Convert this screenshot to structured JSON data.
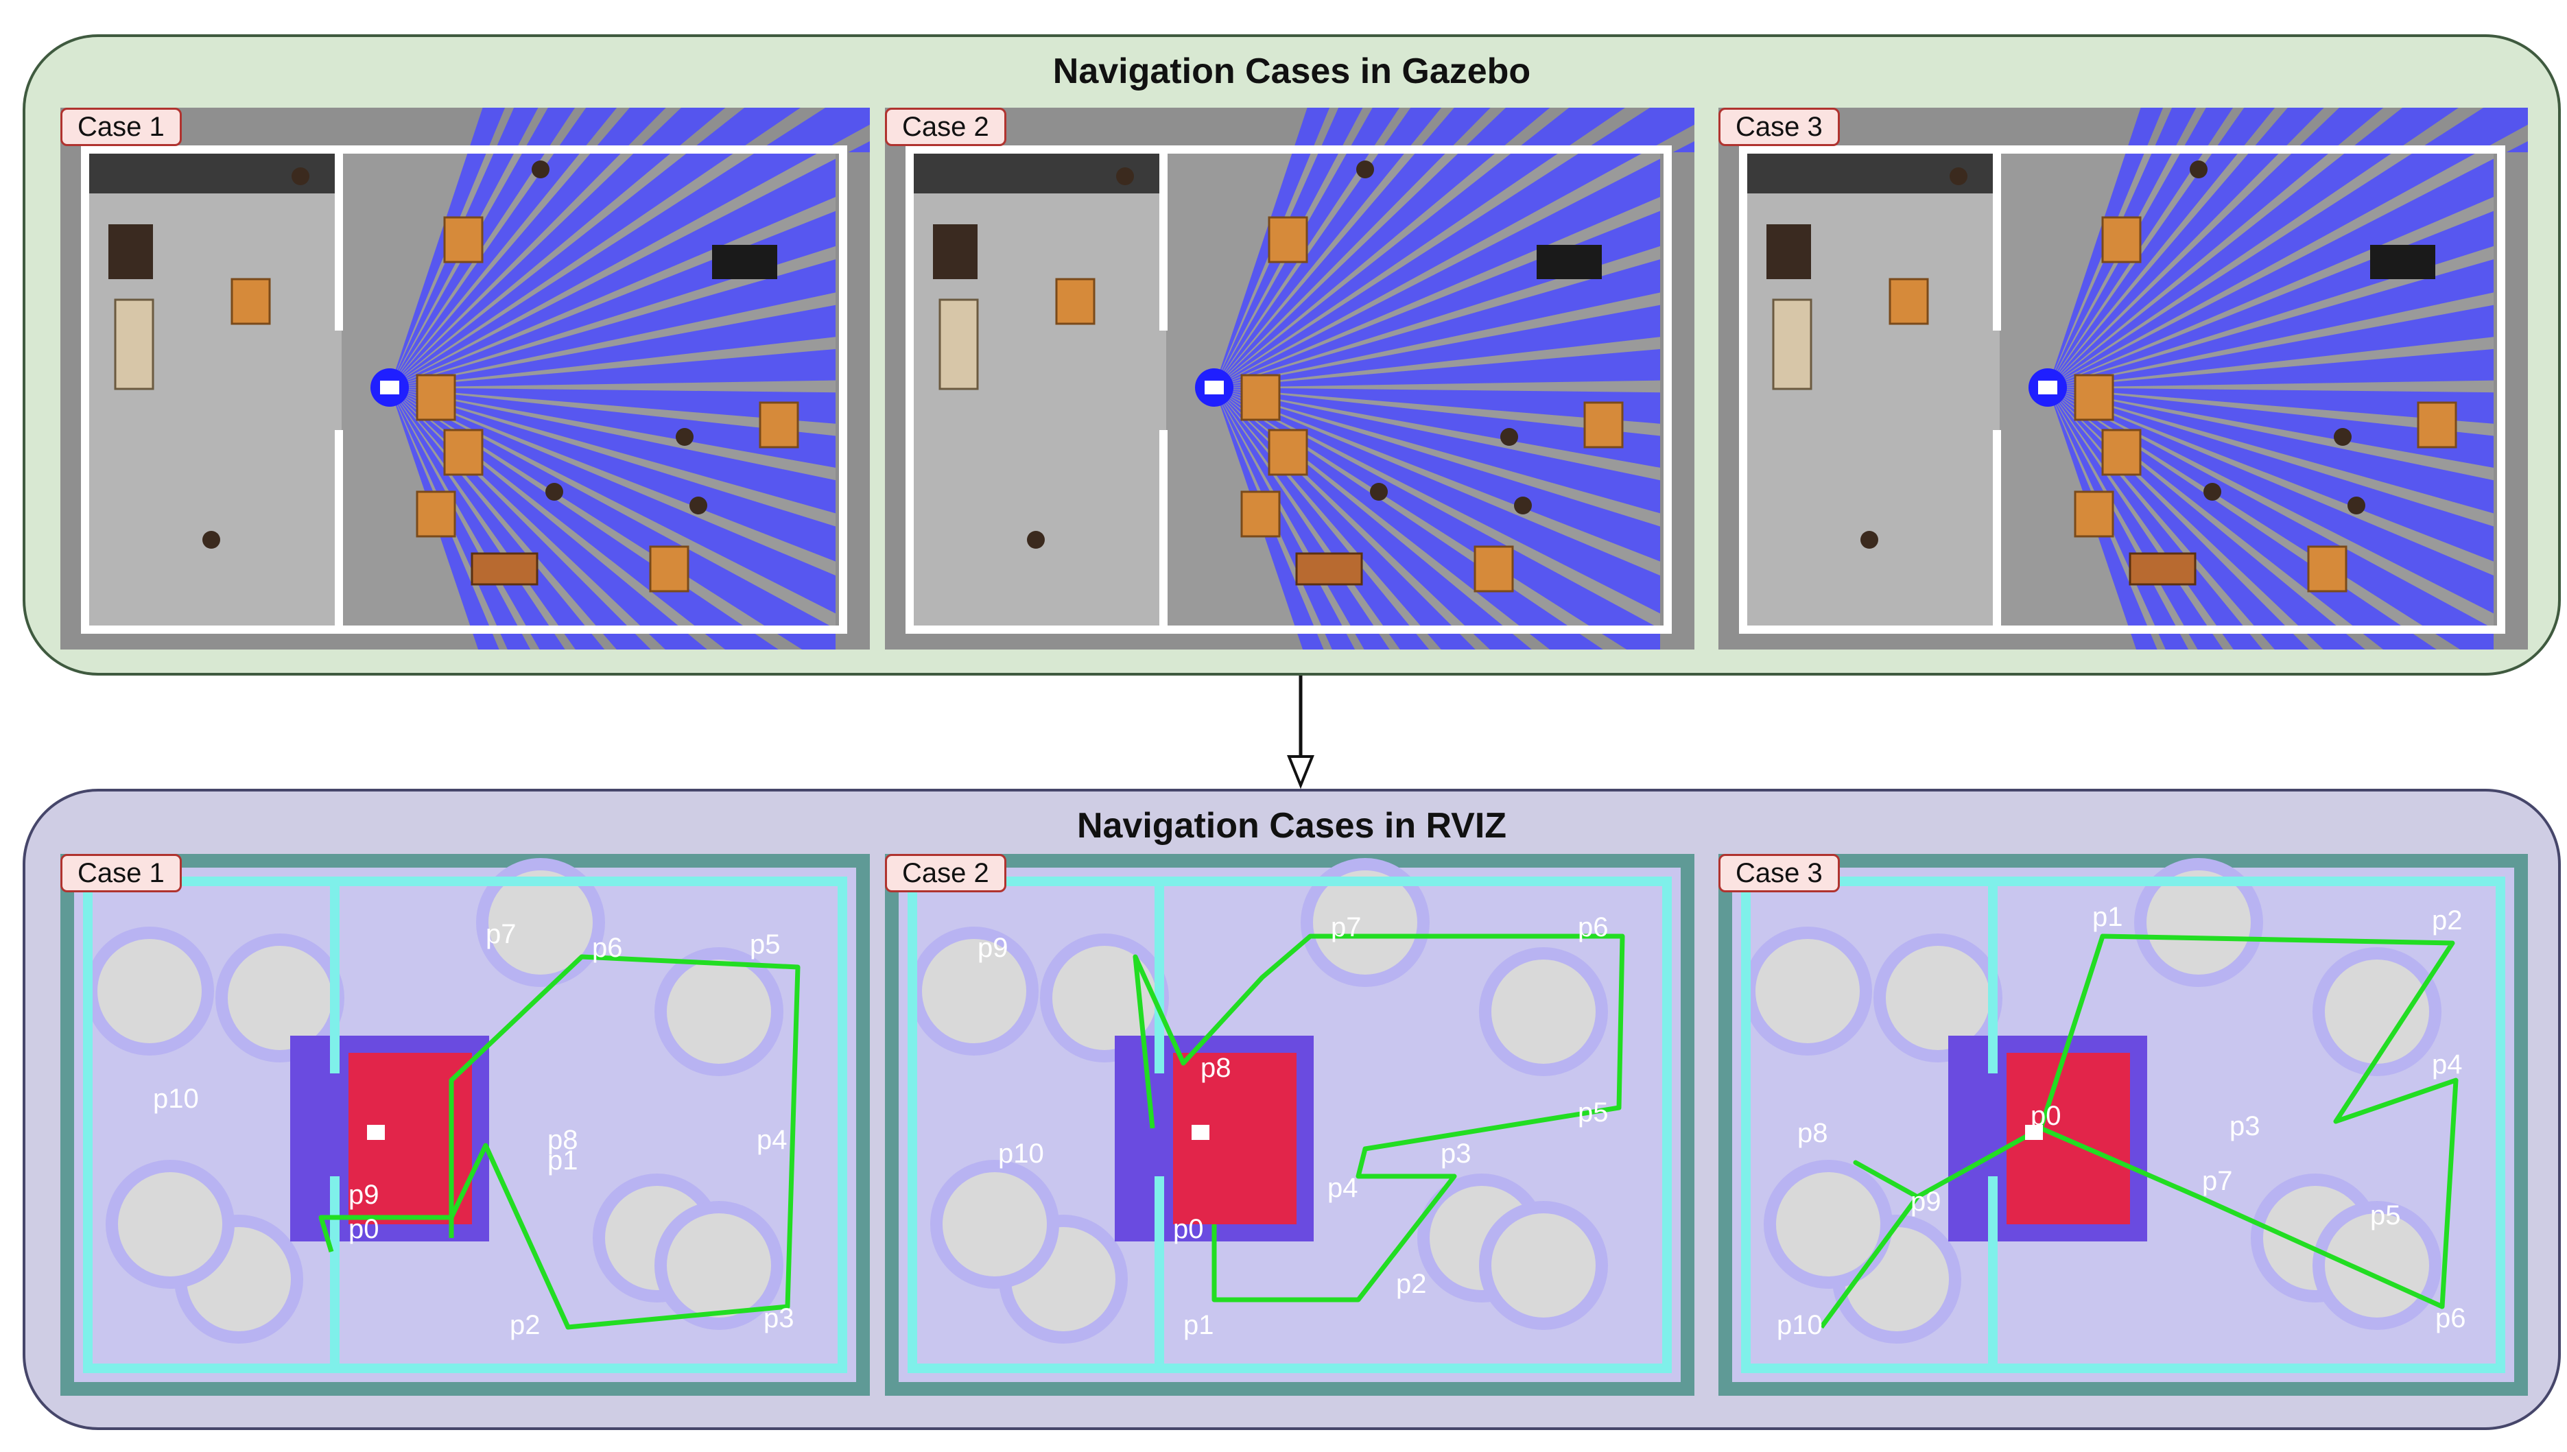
{
  "gazebo": {
    "title": "Navigation Cases in Gazebo",
    "cases": [
      {
        "label": "Case 1"
      },
      {
        "label": "Case 2"
      },
      {
        "label": "Case 3"
      }
    ]
  },
  "rviz": {
    "title": "Navigation Cases in RVIZ",
    "cases": [
      {
        "label": "Case 1",
        "points": [
          {
            "id": "p0"
          },
          {
            "id": "p1"
          },
          {
            "id": "p2"
          },
          {
            "id": "p3"
          },
          {
            "id": "p4"
          },
          {
            "id": "p5"
          },
          {
            "id": "p6"
          },
          {
            "id": "p7"
          },
          {
            "id": "p8"
          },
          {
            "id": "p9"
          },
          {
            "id": "p10"
          }
        ]
      },
      {
        "label": "Case 2",
        "points": [
          {
            "id": "p0"
          },
          {
            "id": "p1"
          },
          {
            "id": "p2"
          },
          {
            "id": "p3"
          },
          {
            "id": "p4"
          },
          {
            "id": "p5"
          },
          {
            "id": "p6"
          },
          {
            "id": "p7"
          },
          {
            "id": "p8"
          },
          {
            "id": "p9"
          },
          {
            "id": "p10"
          }
        ]
      },
      {
        "label": "Case 3",
        "points": [
          {
            "id": "p0"
          },
          {
            "id": "p1"
          },
          {
            "id": "p2"
          },
          {
            "id": "p3"
          },
          {
            "id": "p4"
          },
          {
            "id": "p5"
          },
          {
            "id": "p6"
          },
          {
            "id": "p7"
          },
          {
            "id": "p8"
          },
          {
            "id": "p9"
          },
          {
            "id": "p10"
          }
        ]
      }
    ]
  },
  "colors": {
    "path": "#22dd22",
    "laser": "#4b4bff",
    "wall": "#ffffff",
    "floor": "#b5b5b5"
  }
}
